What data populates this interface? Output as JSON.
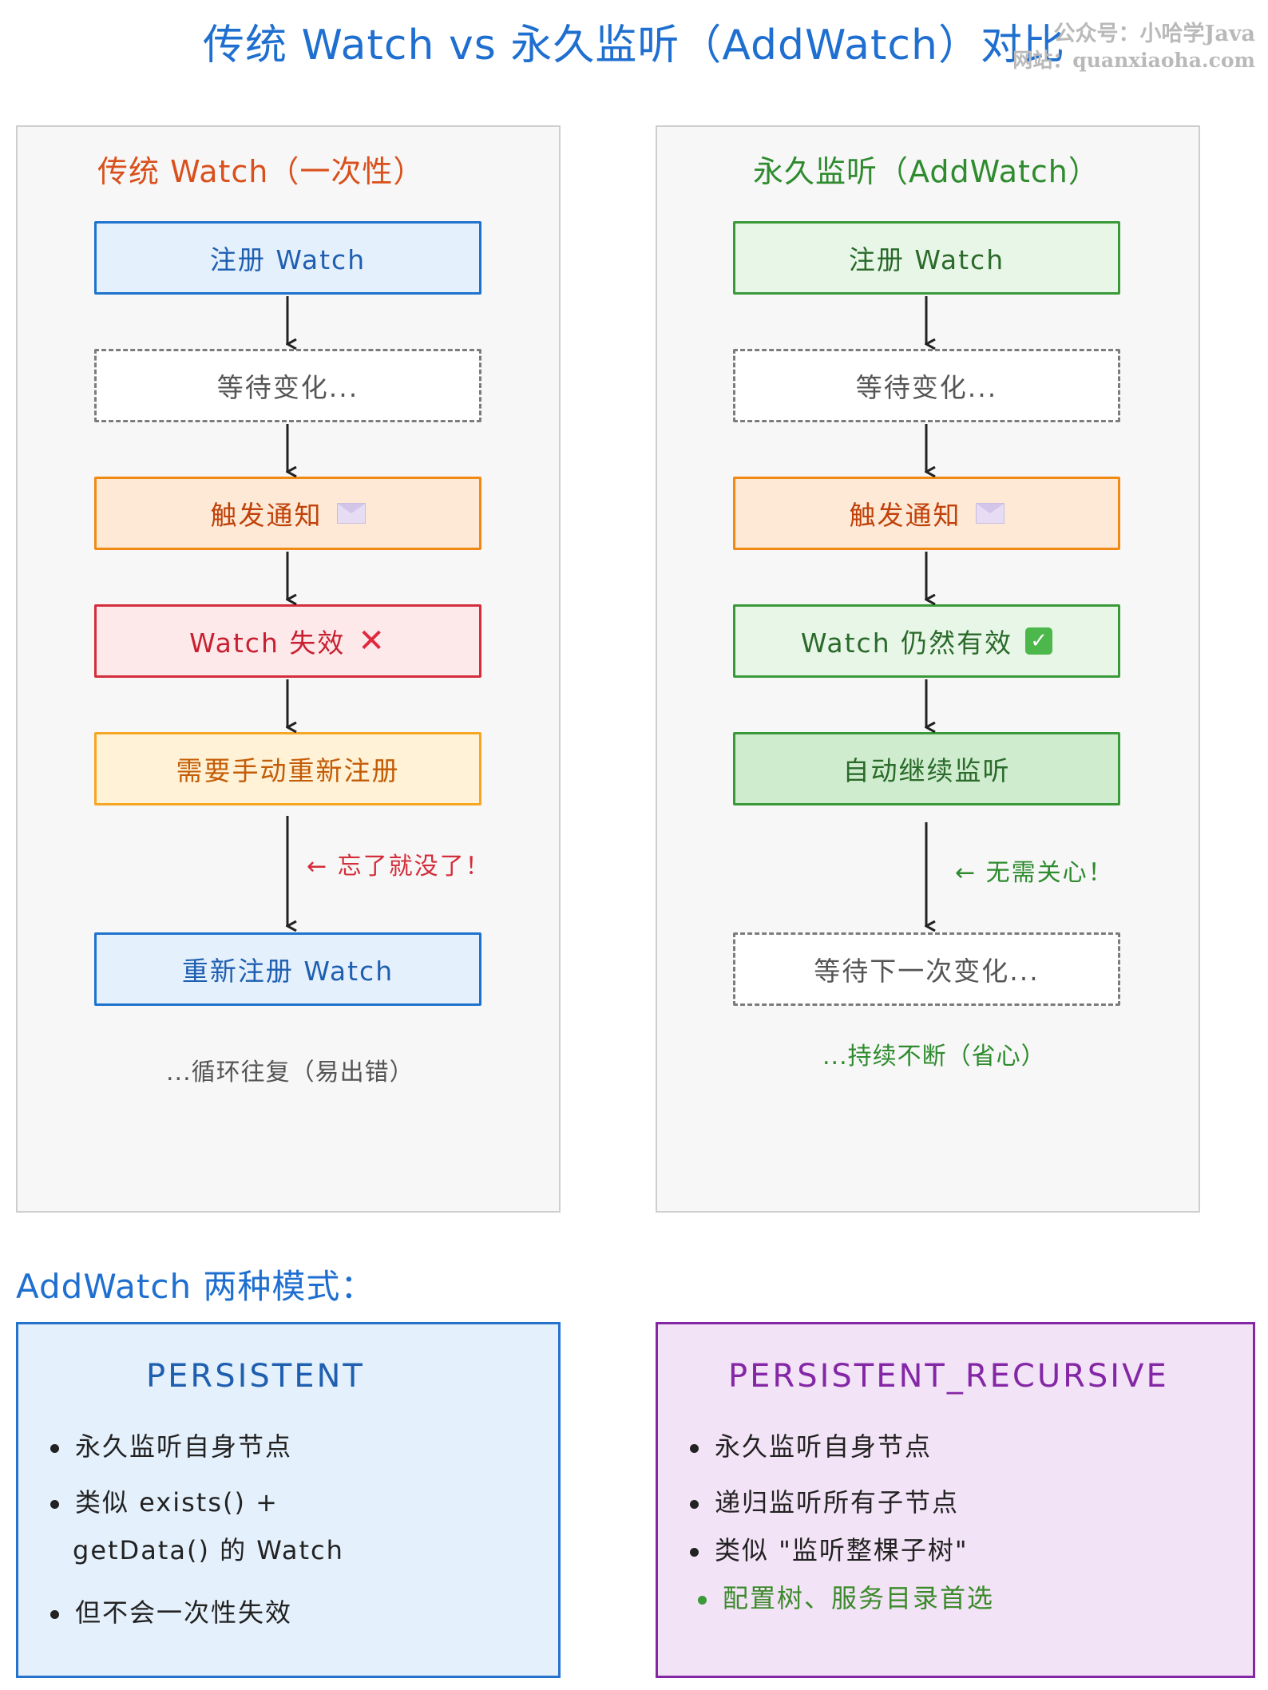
{
  "title": "传统 Watch vs 永久监听（AddWatch）对比",
  "watermark": {
    "line1": "公众号：小哈学Java",
    "line2": "网站：quanxiaoha.com"
  },
  "left": {
    "title": "传统 Watch（一次性）",
    "steps": [
      "注册 Watch",
      "等待变化...",
      "触发通知",
      "Watch 失效",
      "需要手动重新注册",
      "重新注册 Watch"
    ],
    "note": "← 忘了就没了！",
    "footer": "...循环往复（易出错）"
  },
  "right": {
    "title": "永久监听（AddWatch）",
    "steps": [
      "注册 Watch",
      "等待变化...",
      "触发通知",
      "Watch 仍然有效",
      "自动继续监听",
      "等待下一次变化..."
    ],
    "note": "← 无需关心！",
    "footer": "...持续不断（省心）"
  },
  "modes": {
    "title": "AddWatch 两种模式：",
    "persistent": {
      "title": "PERSISTENT",
      "bullets": [
        "永久监听自身节点",
        "类似 exists() +",
        "getData() 的 Watch",
        "但不会一次性失效"
      ]
    },
    "recursive": {
      "title": "PERSISTENT_RECURSIVE",
      "bullets": [
        "永久监听自身节点",
        "递归监听所有子节点",
        "类似 \"监听整棵子树\"",
        "配置树、服务目录首选"
      ]
    }
  },
  "icons": [
    "envelope-icon",
    "cross-mark-icon",
    "check-mark-icon"
  ],
  "colors": {
    "title_blue": "#1f6fd0",
    "left_title": "#d9501c",
    "right_title": "#2e8b2e",
    "note_red": "#d42d3b",
    "note_green": "#2e8b2e",
    "recursive_purple": "#8427a6"
  }
}
